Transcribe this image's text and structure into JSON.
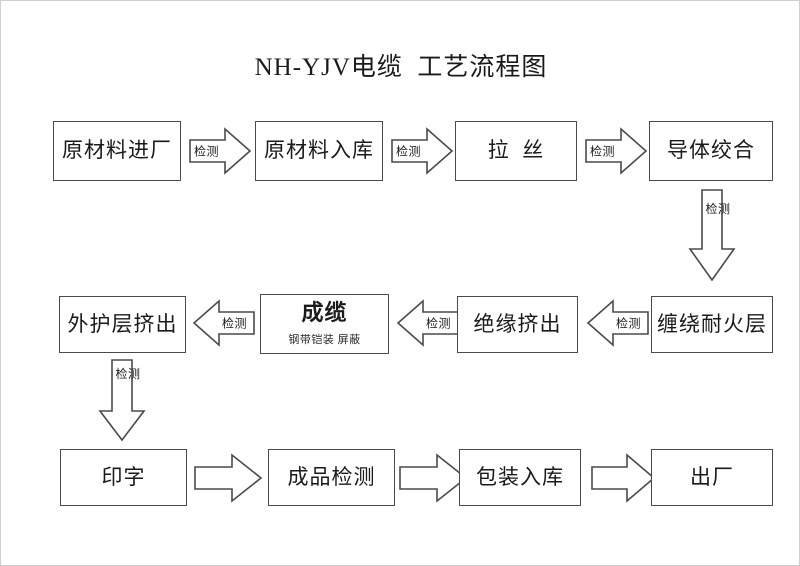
{
  "page": {
    "title": "NH-YJV电缆  工艺流程图",
    "background_color": "#ffffff",
    "border_color": "#cfcfcf",
    "line_color": "#4a4a4a",
    "text_color": "#1a1a1a"
  },
  "nodes": [
    {
      "id": "raw-material-arrival",
      "label": "原材料进厂",
      "sub": ""
    },
    {
      "id": "raw-material-warehousing",
      "label": "原材料入库",
      "sub": ""
    },
    {
      "id": "wire-drawing",
      "label": "拉  丝",
      "sub": ""
    },
    {
      "id": "conductor-stranding",
      "label": "导体绞合",
      "sub": ""
    },
    {
      "id": "fire-resistant-wrapping",
      "label": "缠绕耐火层",
      "sub": ""
    },
    {
      "id": "insulation-extrusion",
      "label": "绝缘挤出",
      "sub": ""
    },
    {
      "id": "cabling",
      "label": "成缆",
      "sub": "钢带铠装 屏蔽"
    },
    {
      "id": "outer-sheath-extrusion",
      "label": "外护层挤出",
      "sub": ""
    },
    {
      "id": "printing",
      "label": "印字",
      "sub": ""
    },
    {
      "id": "finished-product-inspection",
      "label": "成品检测",
      "sub": ""
    },
    {
      "id": "packing-warehousing",
      "label": "包装入库",
      "sub": ""
    },
    {
      "id": "factory-shipment",
      "label": "出厂",
      "sub": ""
    }
  ],
  "arrows": [
    {
      "id": "arrow-1",
      "from": "raw-material-arrival",
      "to": "raw-material-warehousing",
      "direction": "right",
      "label": "检测"
    },
    {
      "id": "arrow-2",
      "from": "raw-material-warehousing",
      "to": "wire-drawing",
      "direction": "right",
      "label": "检测"
    },
    {
      "id": "arrow-3",
      "from": "wire-drawing",
      "to": "conductor-stranding",
      "direction": "right",
      "label": "检测"
    },
    {
      "id": "arrow-4",
      "from": "conductor-stranding",
      "to": "fire-resistant-wrapping",
      "direction": "down",
      "label": "检测"
    },
    {
      "id": "arrow-5",
      "from": "fire-resistant-wrapping",
      "to": "insulation-extrusion",
      "direction": "left",
      "label": "检测"
    },
    {
      "id": "arrow-6",
      "from": "insulation-extrusion",
      "to": "cabling",
      "direction": "left",
      "label": "检测"
    },
    {
      "id": "arrow-7",
      "from": "cabling",
      "to": "outer-sheath-extrusion",
      "direction": "left",
      "label": "检测"
    },
    {
      "id": "arrow-8",
      "from": "outer-sheath-extrusion",
      "to": "printing",
      "direction": "down",
      "label": "检测"
    },
    {
      "id": "arrow-9",
      "from": "printing",
      "to": "finished-product-inspection",
      "direction": "right",
      "label": ""
    },
    {
      "id": "arrow-10",
      "from": "finished-product-inspection",
      "to": "packing-warehousing",
      "direction": "right",
      "label": ""
    },
    {
      "id": "arrow-11",
      "from": "packing-warehousing",
      "to": "factory-shipment",
      "direction": "right",
      "label": ""
    }
  ]
}
